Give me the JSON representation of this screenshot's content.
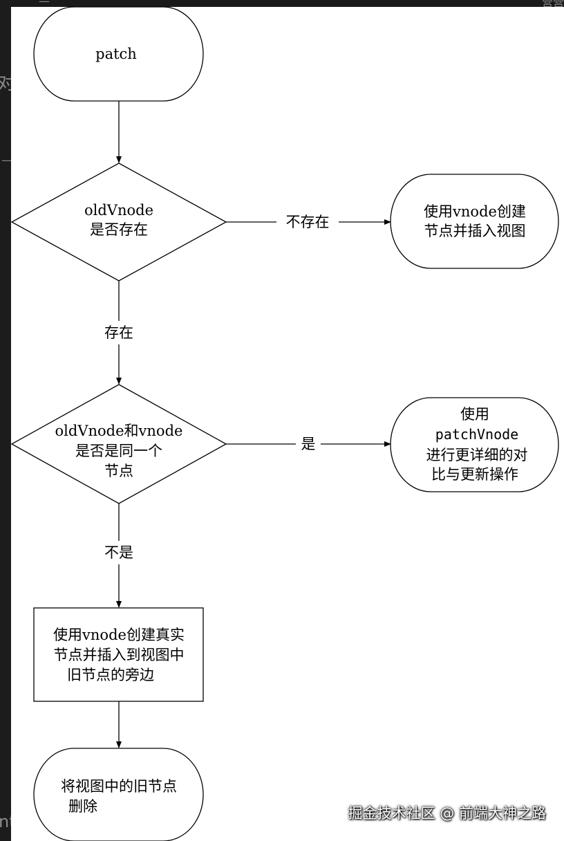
{
  "background_fragments": {
    "top_left": "—",
    "top_right": "营营",
    "left_mid": "对",
    "left_low": "—",
    "left_bottom": "nt"
  },
  "nodes": {
    "start": {
      "label": "patch"
    },
    "decision_old": {
      "lines": [
        "oldVnode",
        "是否存在"
      ]
    },
    "create_insert": {
      "lines": [
        "使用vnode创建",
        "节点并插入视图"
      ]
    },
    "decision_same": {
      "lines": [
        "oldVnode和vnode",
        "是否是同一个",
        "节点"
      ]
    },
    "patch_vnode": {
      "lines": [
        "使用",
        "patchVnode",
        "进行更详细的对",
        "比与更新操作"
      ]
    },
    "create_real": {
      "lines": [
        "使用vnode创建真实",
        "节点并插入到视图中",
        "旧节点的旁边"
      ]
    },
    "delete_old": {
      "lines": [
        "将视图中的旧节点",
        "删除"
      ]
    }
  },
  "edges": {
    "not_exist": "不存在",
    "exist": "存在",
    "yes": "是",
    "no": "不是"
  },
  "watermark": "掘金技术社区 @ 前端大神之路"
}
